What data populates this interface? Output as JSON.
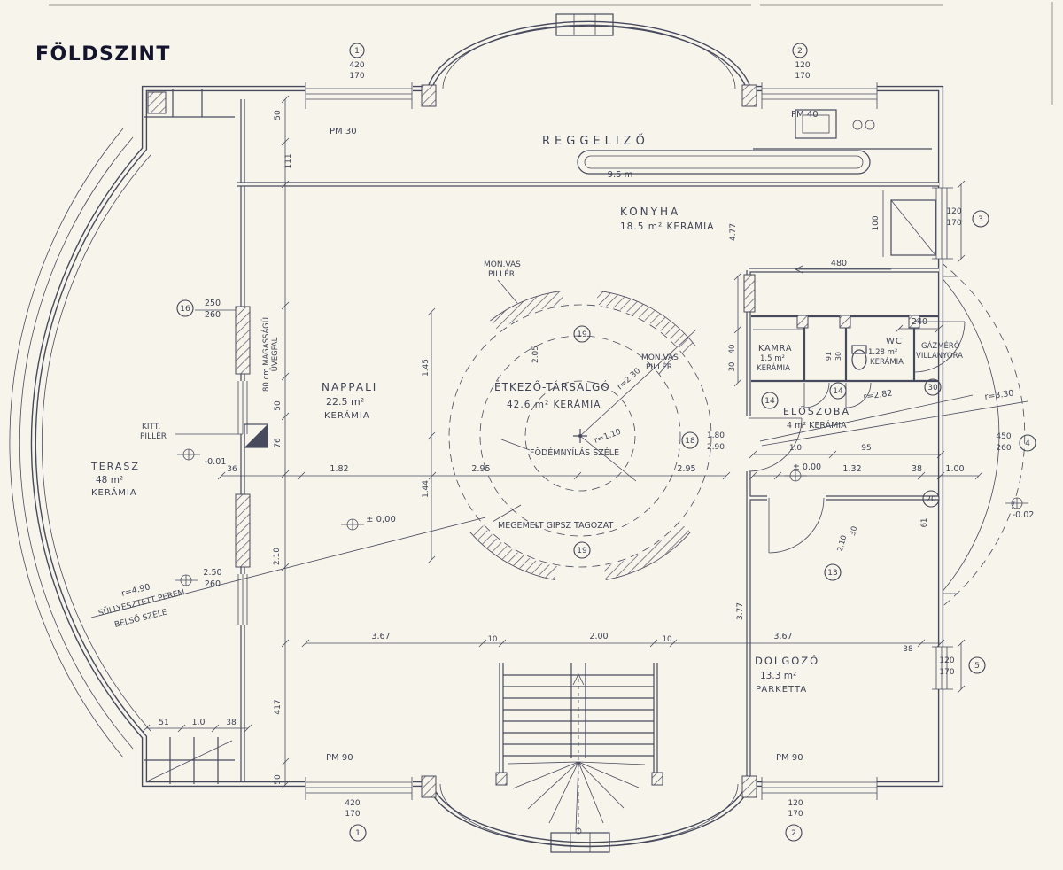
{
  "colors": {
    "ink": "#474a5c",
    "paper": "#f7f4ec",
    "title": "#14142c"
  },
  "t": {
    "title": "FÖLDSZINT",
    "reggelizo": "REGGELIZŐ",
    "dim95": "9.5 m",
    "konyha": "KONYHA",
    "konyha_area": "18.5 m²  KERÁMIA",
    "monvas1a": "MON.VAS",
    "monvas1b": "PILLÉR",
    "monvas2a": "MON.VAS",
    "monvas2b": "PILLÉR",
    "etkezo": "ÉTKEZŐ-TÁRSALGÓ",
    "etkezo_area": "42.6 m²  KERÁMIA",
    "fodem": "FÖDÉMNYÍLÁS SZÉLE",
    "gipsz": "MEGEMELT GIPSZ TAGOZAT",
    "nappali": "NAPPALI",
    "nappali_area": "22.5 m²",
    "nappali_floor": "KERÁMIA",
    "kitt1": "KITT.",
    "kitt2": "PILLÉR",
    "terasz": "TERASZ",
    "terasz_area": "48 m²",
    "terasz_floor": "KERÁMIA",
    "uvegfal1": "80 cm MAGASSÁGÚ",
    "uvegfal2": "ÜVEGFAL",
    "sully1": "SÜLLYESZTETT PEREM",
    "sully2": "BELSŐ SZÉLE",
    "r490": "r=4.90",
    "r110": "r=1.10",
    "r230": "r=2.30",
    "r282": "r=2.82",
    "r330": "r=3.30",
    "kamra": "KAMRA",
    "kamra_area": "1.5 m²",
    "kamra_floor": "KERÁMIA",
    "wc": "WC",
    "wc_area": "1.28 m²",
    "wc_floor": "KERÁMIA",
    "gaz1": "GÁZMÉRŐ",
    "gaz2": "VILLANYÓRA",
    "eloszoba": "ELŐSZOBA",
    "eloszoba_area": "4 m²  KERÁMIA",
    "dolgozo": "DOLGOZÓ",
    "dolgozo_area": "13.3 m²",
    "dolgozo_floor": "PARKETTA",
    "pm30": "PM 30",
    "pm40": "PM 40",
    "pm90a": "PM 90",
    "pm90b": "PM 90",
    "w420a": "420",
    "w170a": "170",
    "w120tr": "120",
    "w170tr": "170",
    "w120b": "120",
    "w170b": "170",
    "w450": "450",
    "w260": "260",
    "w120c": "120",
    "w170c": "170",
    "w420d": "420",
    "w170d": "170",
    "w120e": "120",
    "w170e": "170",
    "d250": "250",
    "d260": "260",
    "d250b": "2.50",
    "d260b": "260",
    "lvl1": "-0.01",
    "lvl2": "± 0,00",
    "lvl3": "± 0.00",
    "lvl4": "-0.02",
    "d182": "1.82",
    "d295a": "2.95",
    "d295b": "2.95",
    "d180": "1.80",
    "d290": "2.90",
    "d10a": "1.0",
    "d95": "95",
    "d132": "1.32",
    "d38a": "38",
    "d100": "1.00",
    "d367a": "3.67",
    "d10b": "10",
    "d200": "2.00",
    "d10c": "10",
    "d367b": "3.67",
    "d38b": "38",
    "v50a": "50",
    "v111": "111",
    "v145": "1.45",
    "v144": "1.44",
    "v205": "2.05",
    "v477": "4.77",
    "v377": "3.77",
    "v210": "2.10",
    "v76": "76",
    "v50b": "50",
    "v36": "36",
    "v417": "417",
    "v50c": "50",
    "v40": "40",
    "v30": "30",
    "v91": "91",
    "v30w": "30",
    "v210b": "2.10",
    "v30c": "30",
    "v61": "61",
    "d480": "480",
    "d240": "240",
    "d100w": "100",
    "b51": "51",
    "b10": "1.0",
    "b38": "38",
    "m16": "16",
    "m19a": "19",
    "m19b": "19",
    "m14a": "14",
    "m14b": "14",
    "m18": "18",
    "m13": "13",
    "m30": "30",
    "m20": "20",
    "m3": "3",
    "m4": "4",
    "m5": "5",
    "m1": "1",
    "m2": "2",
    "m1t": "1",
    "m2t": "2"
  }
}
